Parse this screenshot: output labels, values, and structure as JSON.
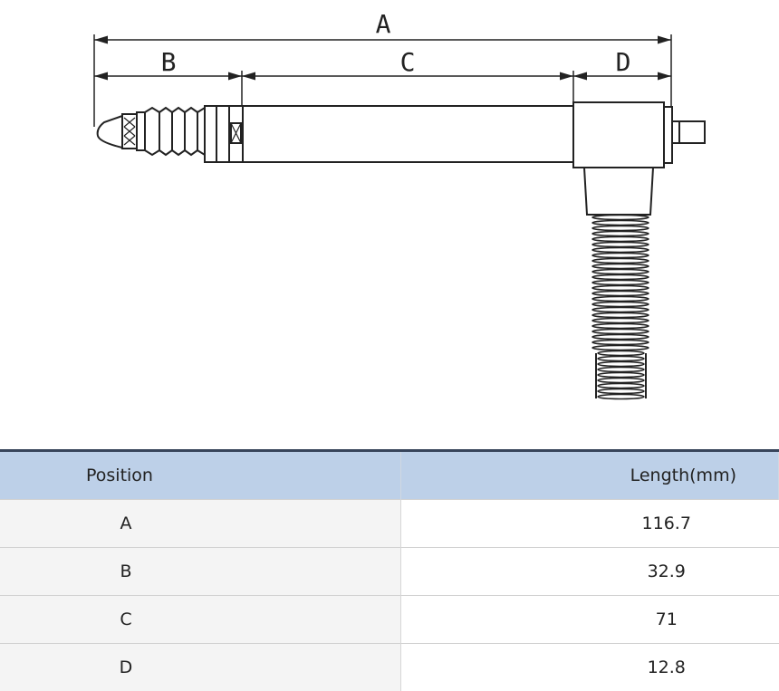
{
  "diagram": {
    "labels": {
      "A": "A",
      "B": "B",
      "C": "C",
      "D": "D"
    }
  },
  "table": {
    "headers": [
      "Position",
      "Length(mm)"
    ],
    "rows": [
      {
        "position": "A",
        "length": "116.7"
      },
      {
        "position": "B",
        "length": "32.9"
      },
      {
        "position": "C",
        "length": "71"
      },
      {
        "position": "D",
        "length": "12.8"
      }
    ]
  }
}
